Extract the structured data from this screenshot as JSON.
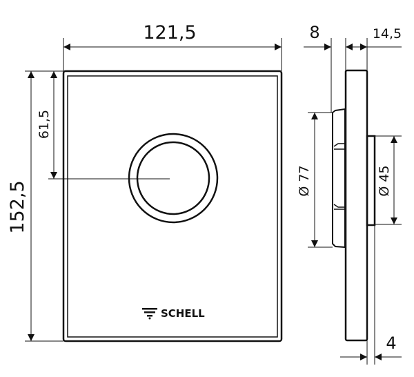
{
  "dimensions": {
    "width": "121,5",
    "height": "152,5",
    "button_offset": "61,5",
    "back_depth": "8",
    "plate_depth": "14,5",
    "back_diameter": "Ø 77",
    "button_diameter": "Ø 45",
    "button_protrusion": "4"
  },
  "logo": {
    "text": "SCHELL",
    "icon": "schell-logo-icon"
  }
}
